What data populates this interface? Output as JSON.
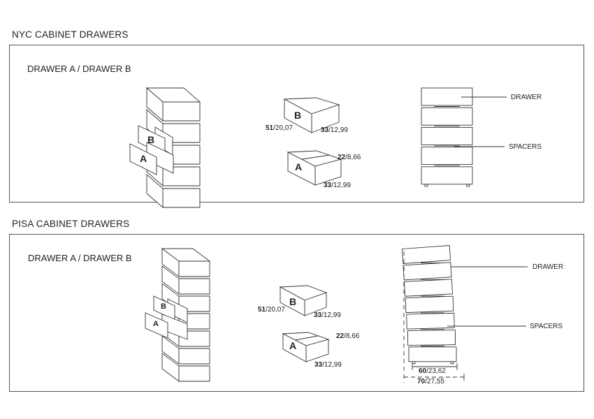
{
  "sections": [
    {
      "title": "NYC CABINET DRAWERS",
      "subtitle": "DRAWER A / DRAWER B",
      "stack_labels": {
        "a": "A",
        "b": "B"
      },
      "drawer_b": {
        "label": "B",
        "depth_bold": "51",
        "depth_rest": "/20,07",
        "width_bold": "33",
        "width_rest": "/12,99"
      },
      "drawer_a": {
        "label": "A",
        "height_bold": "22",
        "height_rest": "/8,66",
        "width_bold": "33",
        "width_rest": "/12,99"
      },
      "callouts": {
        "drawer": "DRAWER",
        "spacers": "SPACERS"
      }
    },
    {
      "title": "PISA CABINET DRAWERS",
      "subtitle": "DRAWER A / DRAWER B",
      "stack_labels": {
        "a": "A",
        "b": "B"
      },
      "drawer_b": {
        "label": "B",
        "depth_bold": "51",
        "depth_rest": "/20,07",
        "width_bold": "33",
        "width_rest": "/12,99"
      },
      "drawer_a": {
        "label": "A",
        "height_bold": "22",
        "height_rest": "/8,66",
        "width_bold": "33",
        "width_rest": "/12,99"
      },
      "callouts": {
        "drawer": "DRAWER",
        "spacers": "SPACERS"
      },
      "dimensions": {
        "inner_bold": "60",
        "inner_rest": "/23,62",
        "outer_bold": "70",
        "outer_rest": "/27,55"
      }
    }
  ]
}
